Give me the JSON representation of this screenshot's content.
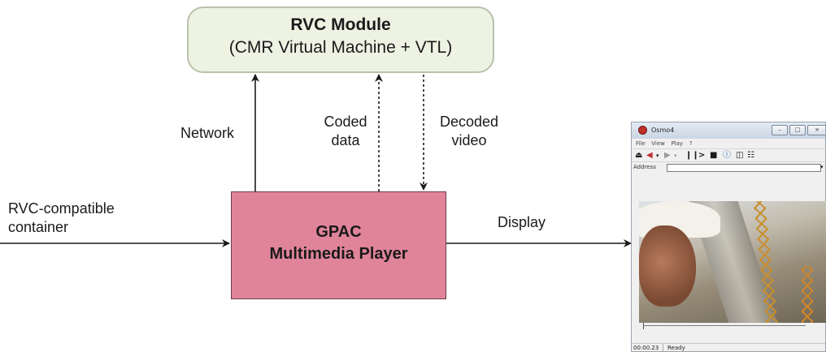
{
  "rvc_module": {
    "title": "RVC Module",
    "subtitle": "(CMR Virtual Machine + VTL)"
  },
  "gpac": {
    "line1": "GPAC",
    "line2": "Multimedia Player"
  },
  "labels": {
    "network": "Network",
    "coded_line1": "Coded",
    "coded_line2": "data",
    "decoded_line1": "Decoded",
    "decoded_line2": "video",
    "input_line1": "RVC-compatible",
    "input_line2": "container",
    "display": "Display"
  },
  "player_window": {
    "title": "Osmo4",
    "menu": [
      "File",
      "View",
      "Play",
      "?"
    ],
    "address_label": "Address",
    "time": "00:00.23",
    "status": "Ready"
  },
  "colors": {
    "rvc_fill": "#eef2e3",
    "rvc_border": "#b9c1ad",
    "gpac_fill": "#e08499",
    "arrow": "#1a1a1a"
  }
}
